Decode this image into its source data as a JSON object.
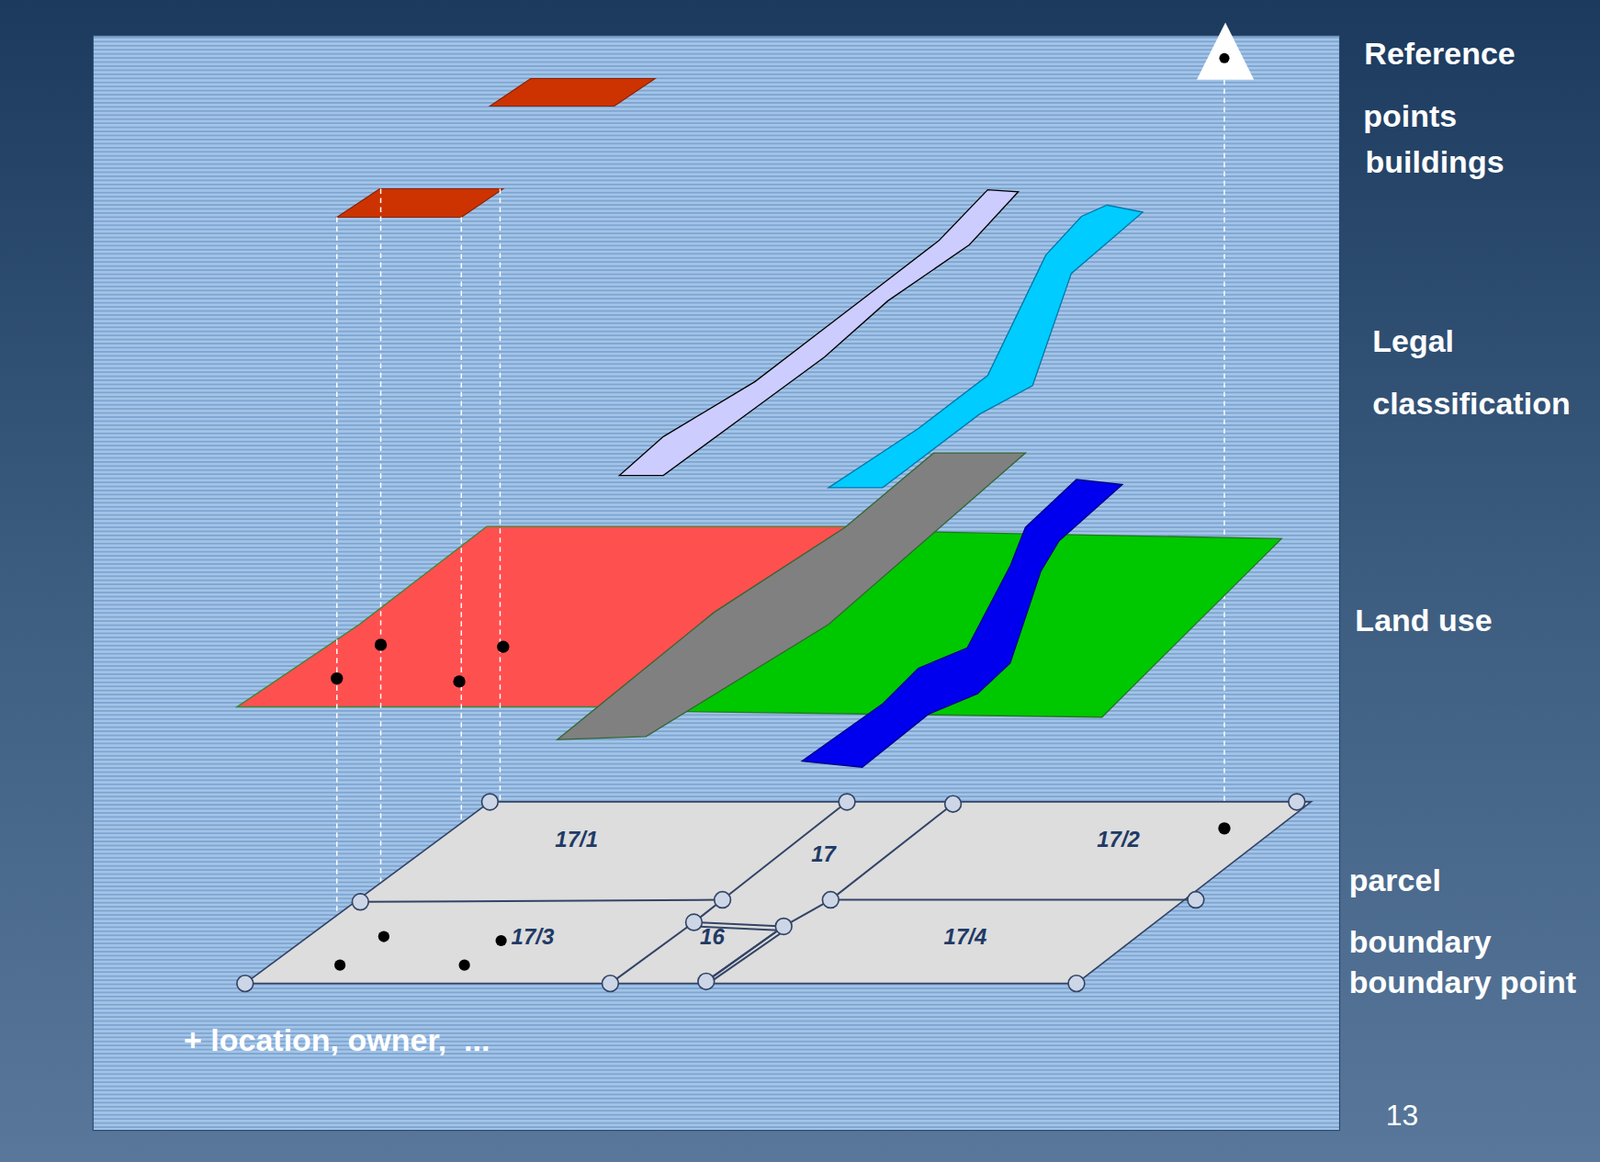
{
  "diagram": {
    "labels": [
      "Reference",
      "points",
      "buildings",
      "Legal",
      "classification",
      "Land use",
      "parcel",
      "boundary",
      "boundary point",
      "17/1",
      "17",
      "17/2",
      "17/3",
      "16",
      "17/4",
      "+ location, owner,  ...",
      "13"
    ]
  }
}
